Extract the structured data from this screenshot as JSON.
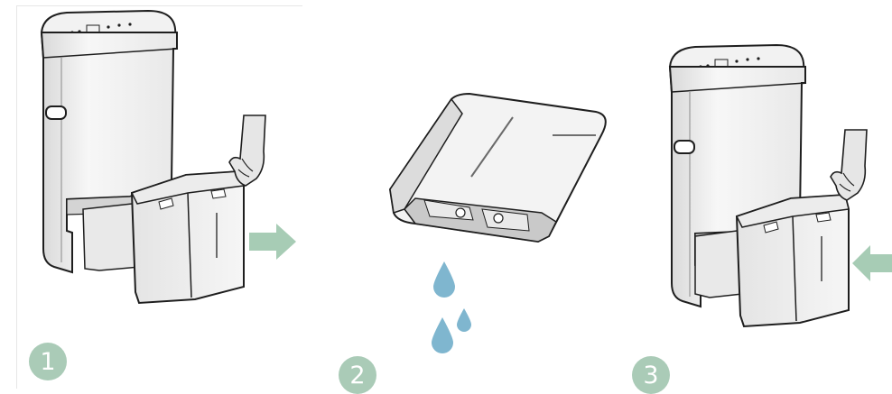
{
  "steps": [
    {
      "number": "1",
      "icon": "remove-tank-arrow-right"
    },
    {
      "number": "2",
      "icon": "water-drops"
    },
    {
      "number": "3",
      "icon": "insert-tank-arrow-left"
    }
  ],
  "colors": {
    "badge": "#aacbb7",
    "arrow": "#a7ccb5",
    "water": "#7fb6cf",
    "outline": "#1e1e1e",
    "fill_light": "#f4f4f4",
    "fill_mid": "#e2e2e2",
    "fill_dark": "#c9c9c9",
    "frame": "#e6e6e6"
  }
}
